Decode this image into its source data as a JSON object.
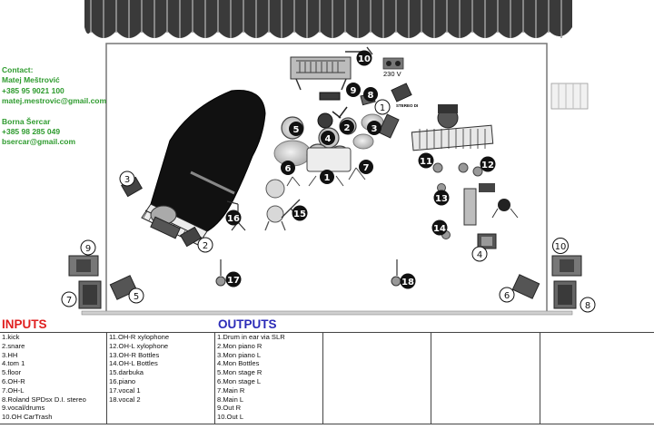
{
  "contact": {
    "label": "Contact:",
    "person1_name": "Matej Meštrović",
    "person1_phone": "+385 95 9021 100",
    "person1_email": "matej.mestrovic@gmail.com",
    "person2_name": "Borna Šercar",
    "person2_phone": "+385 98 285 049",
    "person2_email": "bsercar@gmail.com"
  },
  "power_label": "230 V",
  "di_label": "STEREO DI",
  "inputs_title": "INPUTS",
  "outputs_title": "OUTPUTS",
  "inputs_col1": [
    "1.kick",
    "2.snare",
    "3.HH",
    "4.tom 1",
    "5.floor",
    "6.OH-R",
    "7.OH-L",
    "8.Roland SPDsx D.I. stereo",
    "9.vocal/drums",
    "10.OH CarTrash"
  ],
  "inputs_col2": [
    "11.OH-R xylophone",
    "12.OH-L xylophone",
    "13.OH-R Bottles",
    "14.OH-L Bottles",
    "15.darbuka",
    "16.piano",
    "17.vocal 1",
    "18.vocal 2"
  ],
  "outputs_col": [
    "1.Drum in ear via SLR",
    "2.Mon piano R",
    "3.Mon piano L",
    "4.Mon Bottles",
    "5.Mon stage R",
    "6.Mon stage L",
    "7.Main R",
    "8.Main L",
    "9.Out R",
    "10.Out L"
  ],
  "markers": {
    "drum_kick": "1",
    "drum_snare": "2",
    "drum_hh": "3",
    "drum_tom": "4",
    "drum_floor": "5",
    "oh_r": "6",
    "oh_l": "7",
    "spd": "8",
    "vocal_drums": "9",
    "oh_cartrash": "10",
    "xylo_r": "11",
    "xylo_l": "12",
    "bottles_r": "13",
    "bottles_l": "14",
    "darbuka": "15",
    "piano": "16",
    "vocal1": "17",
    "vocal2": "18",
    "out_drum_iem": "1",
    "out_mon_piano_r": "2",
    "out_mon_piano_l": "3",
    "out_mon_bottles": "4",
    "out_mon_stage_r": "5",
    "out_mon_stage_l": "6",
    "out_main_r": "7",
    "out_main_l": "8",
    "out_out_r": "9",
    "out_out_l": "10"
  }
}
